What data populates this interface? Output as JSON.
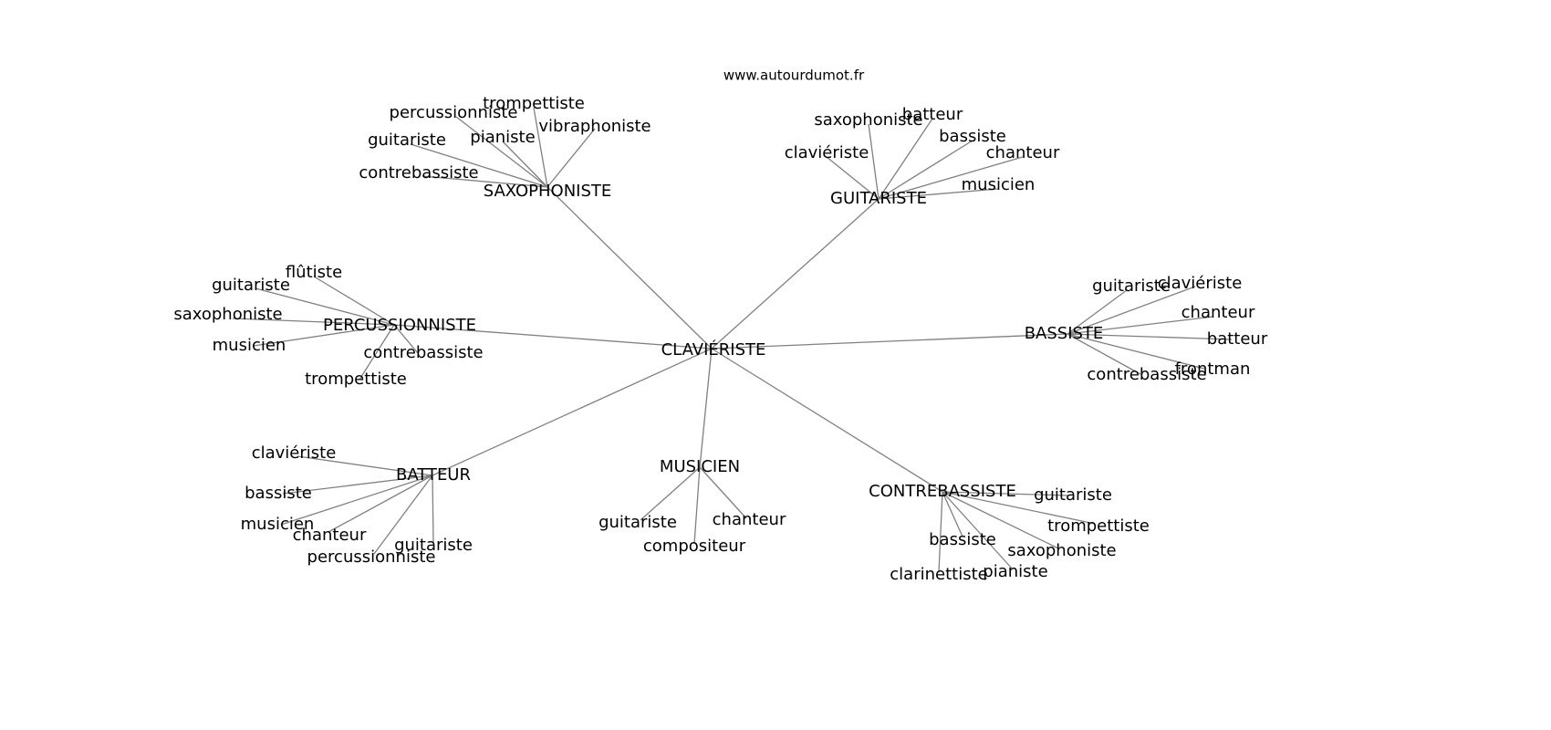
{
  "source": "www.autourdumot.fr",
  "edge_color": "#808080",
  "text_color": "#000000",
  "graph": {
    "center": "CLAVIÉRISTE",
    "clusters": [
      {
        "id": "saxophoniste",
        "label": "SAXOPHONISTE",
        "neighbors": [
          "trompettiste",
          "percussionniste",
          "vibraphoniste",
          "pianiste",
          "guitariste",
          "contrebassiste"
        ]
      },
      {
        "id": "guitariste",
        "label": "GUITARISTE",
        "neighbors": [
          "saxophoniste",
          "batteur",
          "bassiste",
          "claviériste",
          "chanteur",
          "musicien"
        ]
      },
      {
        "id": "percussionniste",
        "label": "PERCUSSIONNISTE",
        "neighbors": [
          "flûtiste",
          "guitariste",
          "saxophoniste",
          "musicien",
          "contrebassiste",
          "trompettiste"
        ]
      },
      {
        "id": "bassiste",
        "label": "BASSISTE",
        "neighbors": [
          "guitariste",
          "claviériste",
          "chanteur",
          "batteur",
          "contrebassiste",
          "frontman"
        ]
      },
      {
        "id": "batteur",
        "label": "BATTEUR",
        "neighbors": [
          "claviériste",
          "bassiste",
          "musicien",
          "chanteur",
          "guitariste",
          "percussionniste"
        ]
      },
      {
        "id": "musicien",
        "label": "MUSICIEN",
        "neighbors": [
          "guitariste",
          "chanteur",
          "compositeur"
        ]
      },
      {
        "id": "contrebassiste",
        "label": "CONTREBASSISTE",
        "neighbors": [
          "guitariste",
          "trompettiste",
          "bassiste",
          "saxophoniste",
          "clarinettiste",
          "pianiste"
        ]
      }
    ]
  }
}
